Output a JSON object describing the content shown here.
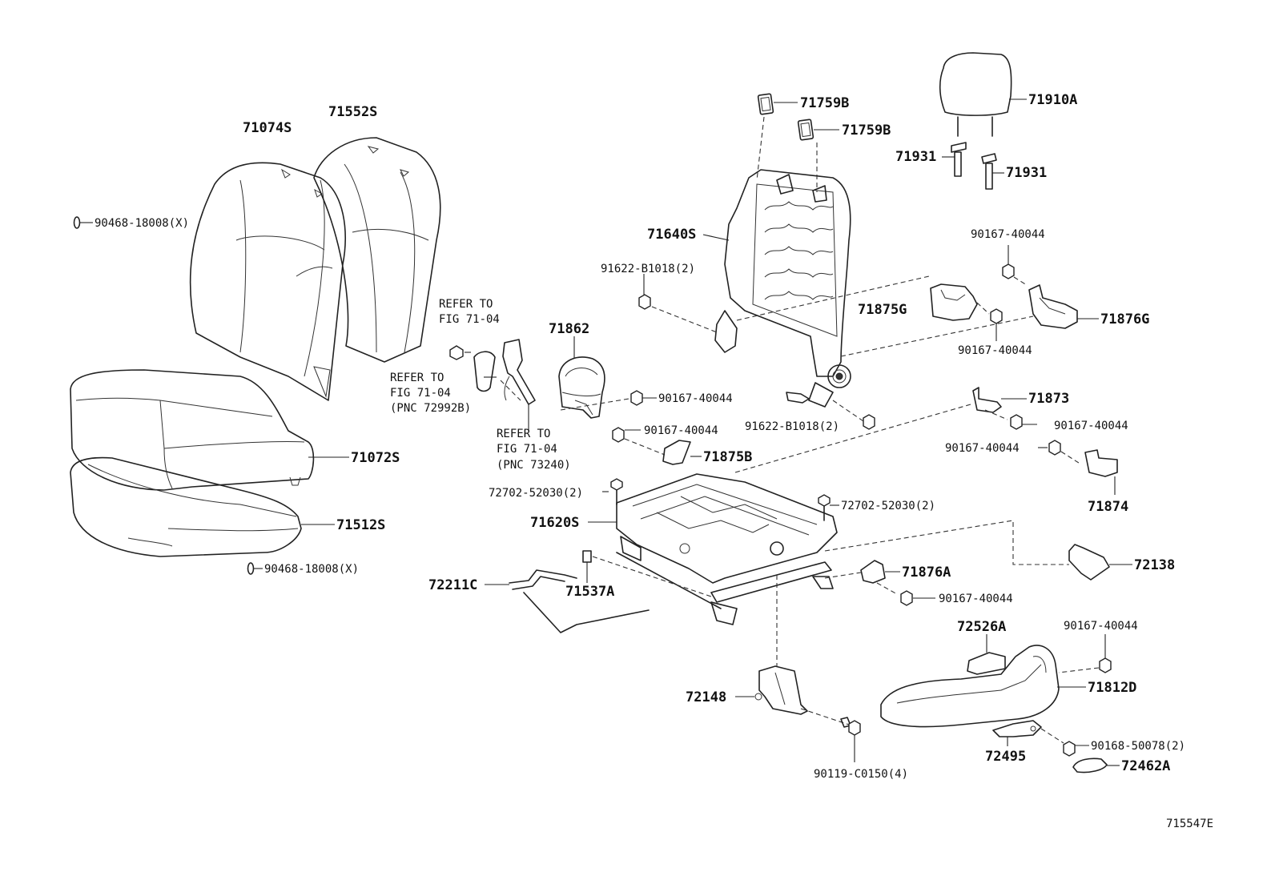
{
  "labels": {
    "p71074S": "71074S",
    "p71552S": "71552S",
    "p90468_top": "90468-18008(X)",
    "p90468_bottom": "90468-18008(X)",
    "p71072S": "71072S",
    "p71512S": "71512S",
    "refer1_a": "REFER TO",
    "refer1_b": "FIG 71-04",
    "refer2_a": "REFER TO",
    "refer2_b": "FIG 71-04",
    "refer2_c": "(PNC 72992B)",
    "refer3_a": "REFER TO",
    "refer3_b": "FIG 71-04",
    "refer3_c": "(PNC 73240)",
    "p71862": "71862",
    "p90167_a": "90167-40044",
    "p90167_b": "90167-40044",
    "p71875B": "71875B",
    "p71759B_1": "71759B",
    "p71759B_2": "71759B",
    "p71640S": "71640S",
    "p91622_top": "91622-B1018(2)",
    "p91622_bottom": "91622-B1018(2)",
    "p71875G": "71875G",
    "p71910A": "71910A",
    "p71931_1": "71931",
    "p71931_2": "71931",
    "p90167_c": "90167-40044",
    "p90167_d": "90167-40044",
    "p71876G": "71876G",
    "p71873": "71873",
    "p90167_e": "90167-40044",
    "p90167_f": "90167-40044",
    "p71874": "71874",
    "p72702_a": "72702-52030(2)",
    "p72702_b": "72702-52030(2)",
    "p71620S": "71620S",
    "p72211C": "72211C",
    "p71537A": "71537A",
    "p72138": "72138",
    "p71876A": "71876A",
    "p90167_g": "90167-40044",
    "p72526A": "72526A",
    "p90167_h": "90167-40044",
    "p71812D": "71812D",
    "p72148": "72148",
    "p90119": "90119-C0150(4)",
    "p72495": "72495",
    "p90168": "90168-50078(2)",
    "p72462A": "72462A",
    "figure_code": "715547E"
  }
}
